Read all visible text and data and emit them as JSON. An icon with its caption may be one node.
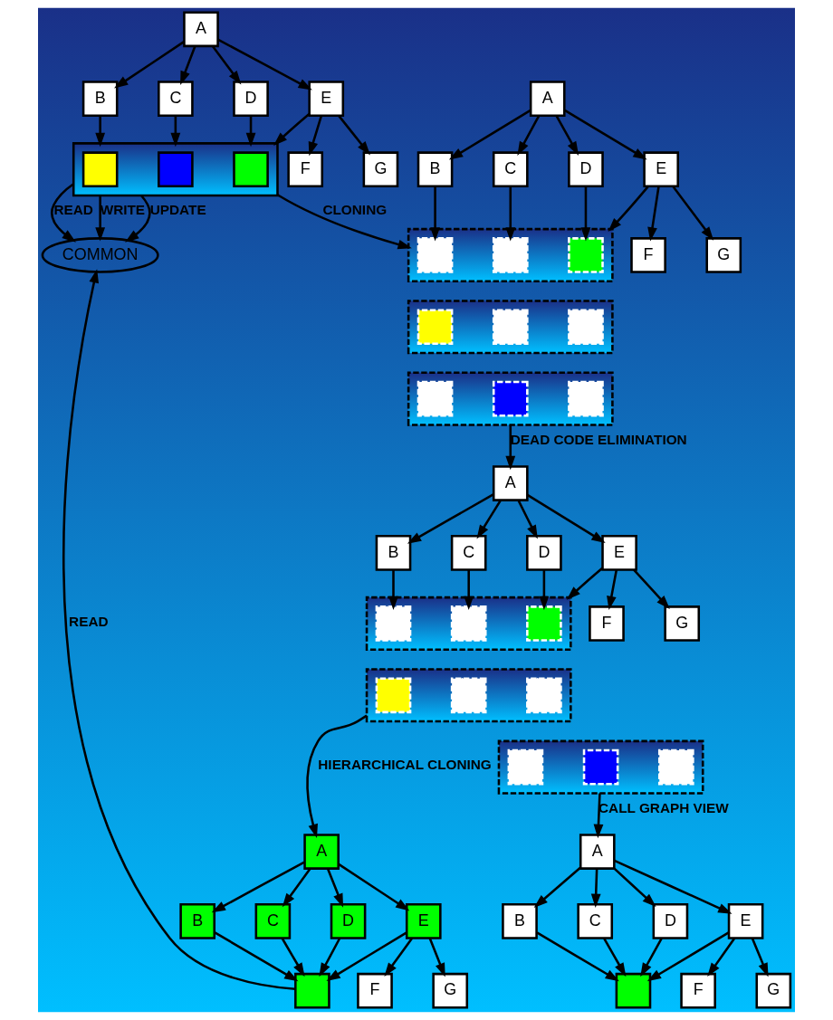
{
  "diagram": {
    "nodes": [
      {
        "text": [
          "A"
        ]
      },
      {
        "text": [
          "B"
        ]
      },
      {
        "text": [
          "C"
        ]
      },
      {
        "text": [
          "D"
        ]
      },
      {
        "text": [
          "E"
        ]
      },
      {
        "text": [],
        "shape": "box"
      },
      {
        "text": [],
        "shape": "box",
        "in": 5
      },
      {
        "text": [],
        "shape": "box",
        "in": 5
      },
      {
        "text": [],
        "shape": "box",
        "in": 5
      },
      {
        "text": [
          "F"
        ]
      },
      {
        "text": [
          "G"
        ]
      },
      {
        "text": [
          "COMMON"
        ]
      },
      {
        "text": [
          "A"
        ]
      },
      {
        "text": [
          "B"
        ]
      },
      {
        "text": [
          "C"
        ]
      },
      {
        "text": [
          "D"
        ]
      },
      {
        "text": [
          "E"
        ]
      },
      {
        "text": [],
        "shape": "box"
      },
      {
        "text": [],
        "shape": "box",
        "in": 17
      },
      {
        "text": [],
        "shape": "box",
        "in": 17
      },
      {
        "text": [],
        "shape": "box",
        "in": 17
      },
      {
        "text": [],
        "shape": "box"
      },
      {
        "text": [],
        "shape": "box",
        "in": 21
      },
      {
        "text": [],
        "shape": "box",
        "in": 21
      },
      {
        "text": [],
        "shape": "box",
        "in": 21
      },
      {
        "text": [],
        "shape": "box"
      },
      {
        "text": [],
        "shape": "box",
        "in": 25
      },
      {
        "text": [],
        "shape": "box",
        "in": 25
      },
      {
        "text": [],
        "shape": "box",
        "in": 25
      },
      {
        "text": [
          "F"
        ]
      },
      {
        "text": [
          "G"
        ]
      },
      {
        "text": [
          "A"
        ]
      },
      {
        "text": [
          "B"
        ]
      },
      {
        "text": [
          "C"
        ]
      },
      {
        "text": [
          "D"
        ]
      },
      {
        "text": [
          "E"
        ]
      },
      {
        "text": [],
        "shape": "box"
      },
      {
        "text": [],
        "shape": "box",
        "in": 36
      },
      {
        "text": [],
        "shape": "box",
        "in": 36
      },
      {
        "text": [],
        "shape": "box",
        "in": 36
      },
      {
        "text": [],
        "shape": "box"
      },
      {
        "text": [],
        "shape": "box",
        "in": 40
      },
      {
        "text": [],
        "shape": "box",
        "in": 40
      },
      {
        "text": [],
        "shape": "box",
        "in": 40
      },
      {
        "text": [],
        "shape": "box"
      },
      {
        "text": [],
        "shape": "box",
        "in": 44
      },
      {
        "text": [],
        "shape": "box",
        "in": 44
      },
      {
        "text": [],
        "shape": "box",
        "in": 44
      },
      {
        "text": [
          "F"
        ]
      },
      {
        "text": [
          "G"
        ]
      },
      {
        "text": [
          "A"
        ]
      },
      {
        "text": [
          "B"
        ]
      },
      {
        "text": [
          "C"
        ]
      },
      {
        "text": [
          "D"
        ]
      },
      {
        "text": [
          "E"
        ]
      },
      {
        "text": [],
        "shape": "box"
      },
      {
        "text": [
          "F"
        ]
      },
      {
        "text": [
          "G"
        ]
      },
      {
        "text": [
          "A"
        ]
      },
      {
        "text": [
          "B"
        ]
      },
      {
        "text": [
          "C"
        ]
      },
      {
        "text": [
          "D"
        ]
      },
      {
        "text": [
          "E"
        ]
      },
      {
        "text": [],
        "shape": "box"
      },
      {
        "text": [
          "F"
        ]
      },
      {
        "text": [
          "G"
        ]
      }
    ],
    "edges": [
      {
        "from": 0,
        "to": 1,
        "arrow": "to"
      },
      {
        "from": 0,
        "to": 2,
        "arrow": "to"
      },
      {
        "from": 0,
        "to": 3,
        "arrow": "to"
      },
      {
        "from": 0,
        "to": 4,
        "arrow": "to"
      },
      {
        "from": 1,
        "to": 5,
        "arrow": "to"
      },
      {
        "from": 2,
        "to": 5,
        "arrow": "to"
      },
      {
        "from": 3,
        "to": 5,
        "arrow": "to"
      },
      {
        "from": 4,
        "to": 5,
        "arrow": "to"
      },
      {
        "from": 4,
        "to": 9,
        "arrow": "to"
      },
      {
        "from": 4,
        "to": 10,
        "arrow": "to"
      },
      {
        "from": 5,
        "to": 11,
        "arrow": "to",
        "label": "WRITE"
      },
      {
        "from": 5,
        "to": 11,
        "arrow": "to",
        "label": "UPDATE"
      },
      {
        "from": 5,
        "to": 11,
        "arrow": "to",
        "label": "READ"
      },
      {
        "from": 5,
        "to": 17,
        "arrow": "to",
        "label": "CLONING"
      },
      {
        "from": 12,
        "to": 13,
        "arrow": "to"
      },
      {
        "from": 12,
        "to": 14,
        "arrow": "to"
      },
      {
        "from": 12,
        "to": 15,
        "arrow": "to"
      },
      {
        "from": 12,
        "to": 16,
        "arrow": "to"
      },
      {
        "from": 13,
        "to": 18,
        "arrow": "to"
      },
      {
        "from": 14,
        "to": 19,
        "arrow": "to"
      },
      {
        "from": 15,
        "to": 20,
        "arrow": "to"
      },
      {
        "from": 16,
        "to": 17,
        "arrow": "to"
      },
      {
        "from": 16,
        "to": 29,
        "arrow": "to"
      },
      {
        "from": 16,
        "to": 30,
        "arrow": "to"
      },
      {
        "from": 25,
        "to": 31,
        "arrow": "to",
        "label": "DEAD CODE ELIMINATION"
      },
      {
        "from": 31,
        "to": 32,
        "arrow": "to"
      },
      {
        "from": 31,
        "to": 33,
        "arrow": "to"
      },
      {
        "from": 31,
        "to": 34,
        "arrow": "to"
      },
      {
        "from": 31,
        "to": 35,
        "arrow": "to"
      },
      {
        "from": 32,
        "to": 37,
        "arrow": "to"
      },
      {
        "from": 33,
        "to": 38,
        "arrow": "to"
      },
      {
        "from": 34,
        "to": 39,
        "arrow": "to"
      },
      {
        "from": 35,
        "to": 36,
        "arrow": "to"
      },
      {
        "from": 35,
        "to": 48,
        "arrow": "to"
      },
      {
        "from": 35,
        "to": 49,
        "arrow": "to"
      },
      {
        "from": 40,
        "to": 50,
        "arrow": "to",
        "label": "HIERARCHICAL CLONING"
      },
      {
        "from": 44,
        "to": 58,
        "arrow": "to",
        "label": "CALL GRAPH VIEW"
      },
      {
        "from": 50,
        "to": 51,
        "arrow": "to"
      },
      {
        "from": 50,
        "to": 52,
        "arrow": "to"
      },
      {
        "from": 50,
        "to": 53,
        "arrow": "to"
      },
      {
        "from": 50,
        "to": 54,
        "arrow": "to"
      },
      {
        "from": 51,
        "to": 55,
        "arrow": "to"
      },
      {
        "from": 52,
        "to": 55,
        "arrow": "to"
      },
      {
        "from": 53,
        "to": 55,
        "arrow": "to"
      },
      {
        "from": 54,
        "to": 55,
        "arrow": "to"
      },
      {
        "from": 54,
        "to": 56,
        "arrow": "to"
      },
      {
        "from": 54,
        "to": 57,
        "arrow": "to"
      },
      {
        "from": 55,
        "to": 11,
        "arrow": "to",
        "label": "READ"
      },
      {
        "from": 58,
        "to": 59,
        "arrow": "to"
      },
      {
        "from": 58,
        "to": 60,
        "arrow": "to"
      },
      {
        "from": 58,
        "to": 61,
        "arrow": "to"
      },
      {
        "from": 58,
        "to": 62,
        "arrow": "to"
      },
      {
        "from": 59,
        "to": 63,
        "arrow": "to"
      },
      {
        "from": 60,
        "to": 63,
        "arrow": "to"
      },
      {
        "from": 61,
        "to": 63,
        "arrow": "to"
      },
      {
        "from": 62,
        "to": 63,
        "arrow": "to"
      },
      {
        "from": 62,
        "to": 64,
        "arrow": "to"
      },
      {
        "from": 62,
        "to": 65,
        "arrow": "to"
      }
    ]
  }
}
